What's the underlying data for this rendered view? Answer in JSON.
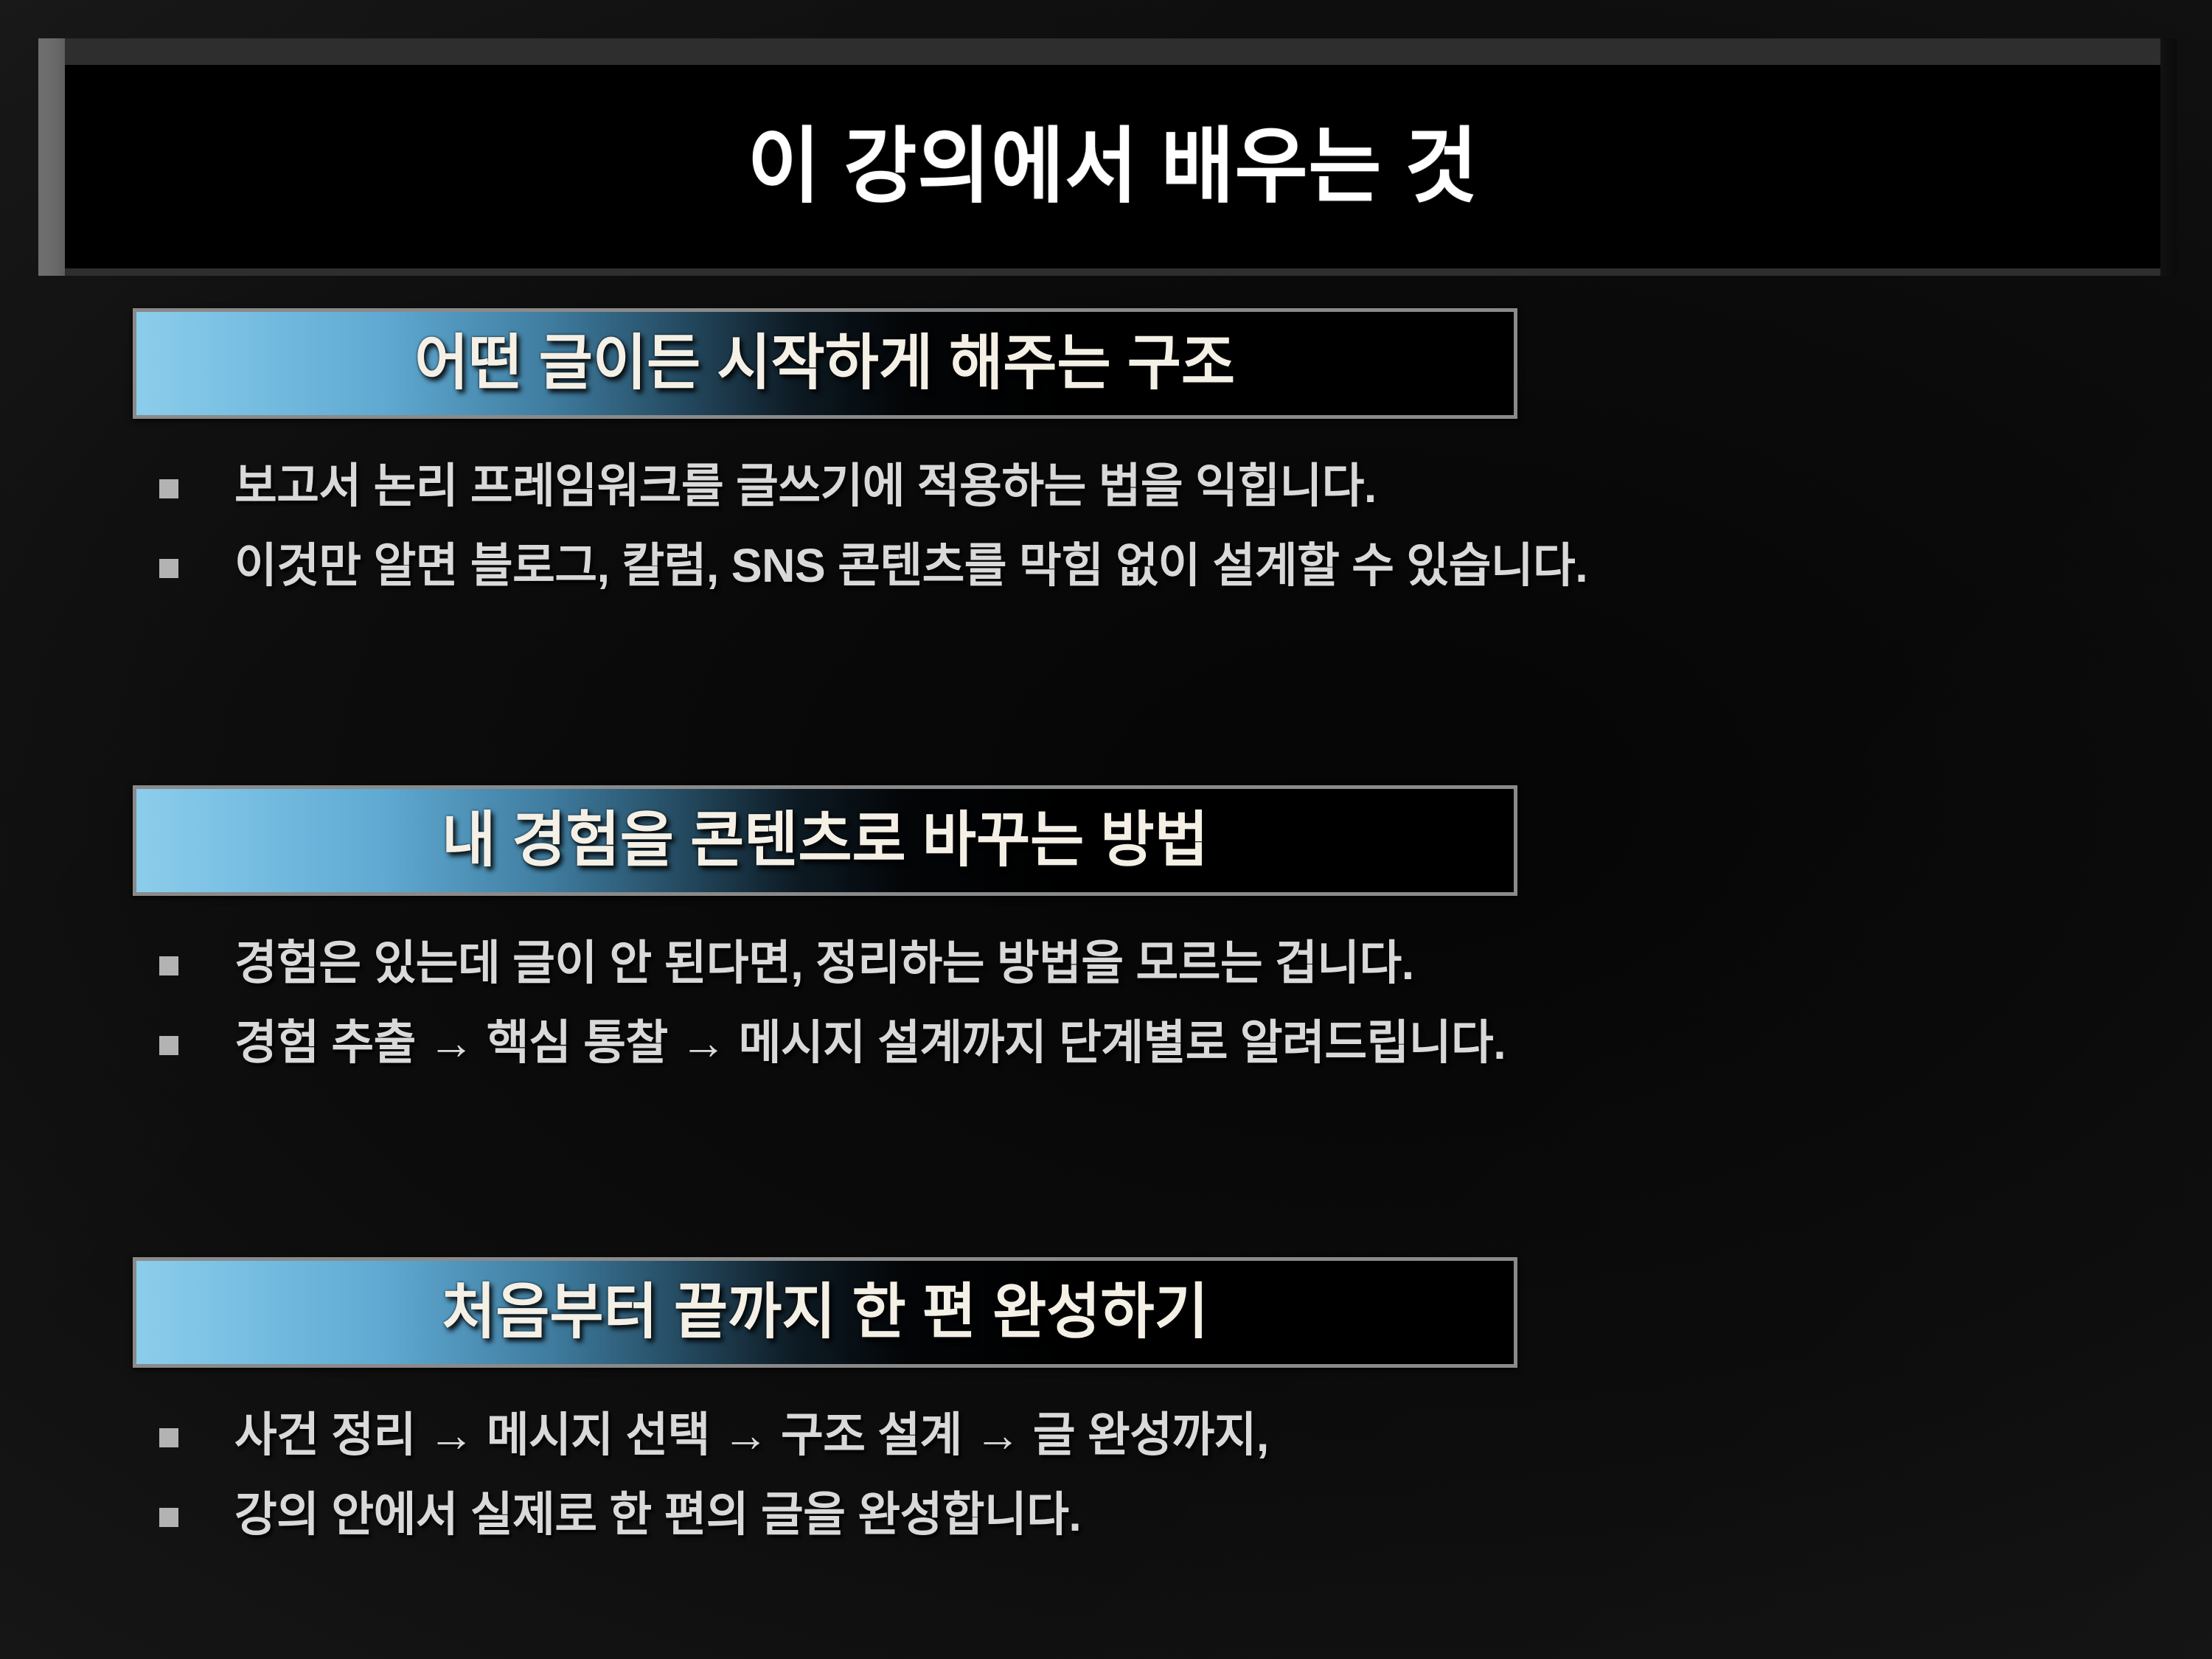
{
  "slide": {
    "title": "이 강의에서 배우는 것",
    "background_color": "#0c0c0c",
    "title_plaque_color": "#000000",
    "accent_color": "#7cc2e5",
    "header_text_color": "#f4f0e6",
    "body_text_color": "#d9d9d9",
    "bullet_marker_color": "#b3b3b3"
  },
  "sections": [
    {
      "header": "어떤 글이든 시작하게 해주는 구조",
      "bullets": [
        "보고서 논리 프레임워크를 글쓰기에 적용하는 법을 익힙니다.",
        "이것만 알면 블로그, 칼럼, SNS 콘텐츠를 막힘 없이 설계할 수 있습니다."
      ]
    },
    {
      "header": "내 경험을 콘텐츠로 바꾸는 방법",
      "bullets": [
        "경험은 있는데 글이 안 된다면, 정리하는 방법을 모르는 겁니다.",
        "경험 추출 → 핵심 통찰 → 메시지 설계까지 단계별로 알려드립니다."
      ]
    },
    {
      "header": "처음부터 끝까지 한 편 완성하기",
      "bullets": [
        "사건 정리 → 메시지 선택 → 구조 설계 → 글 완성까지,",
        "강의 안에서 실제로 한 편의 글을 완성합니다."
      ]
    }
  ]
}
